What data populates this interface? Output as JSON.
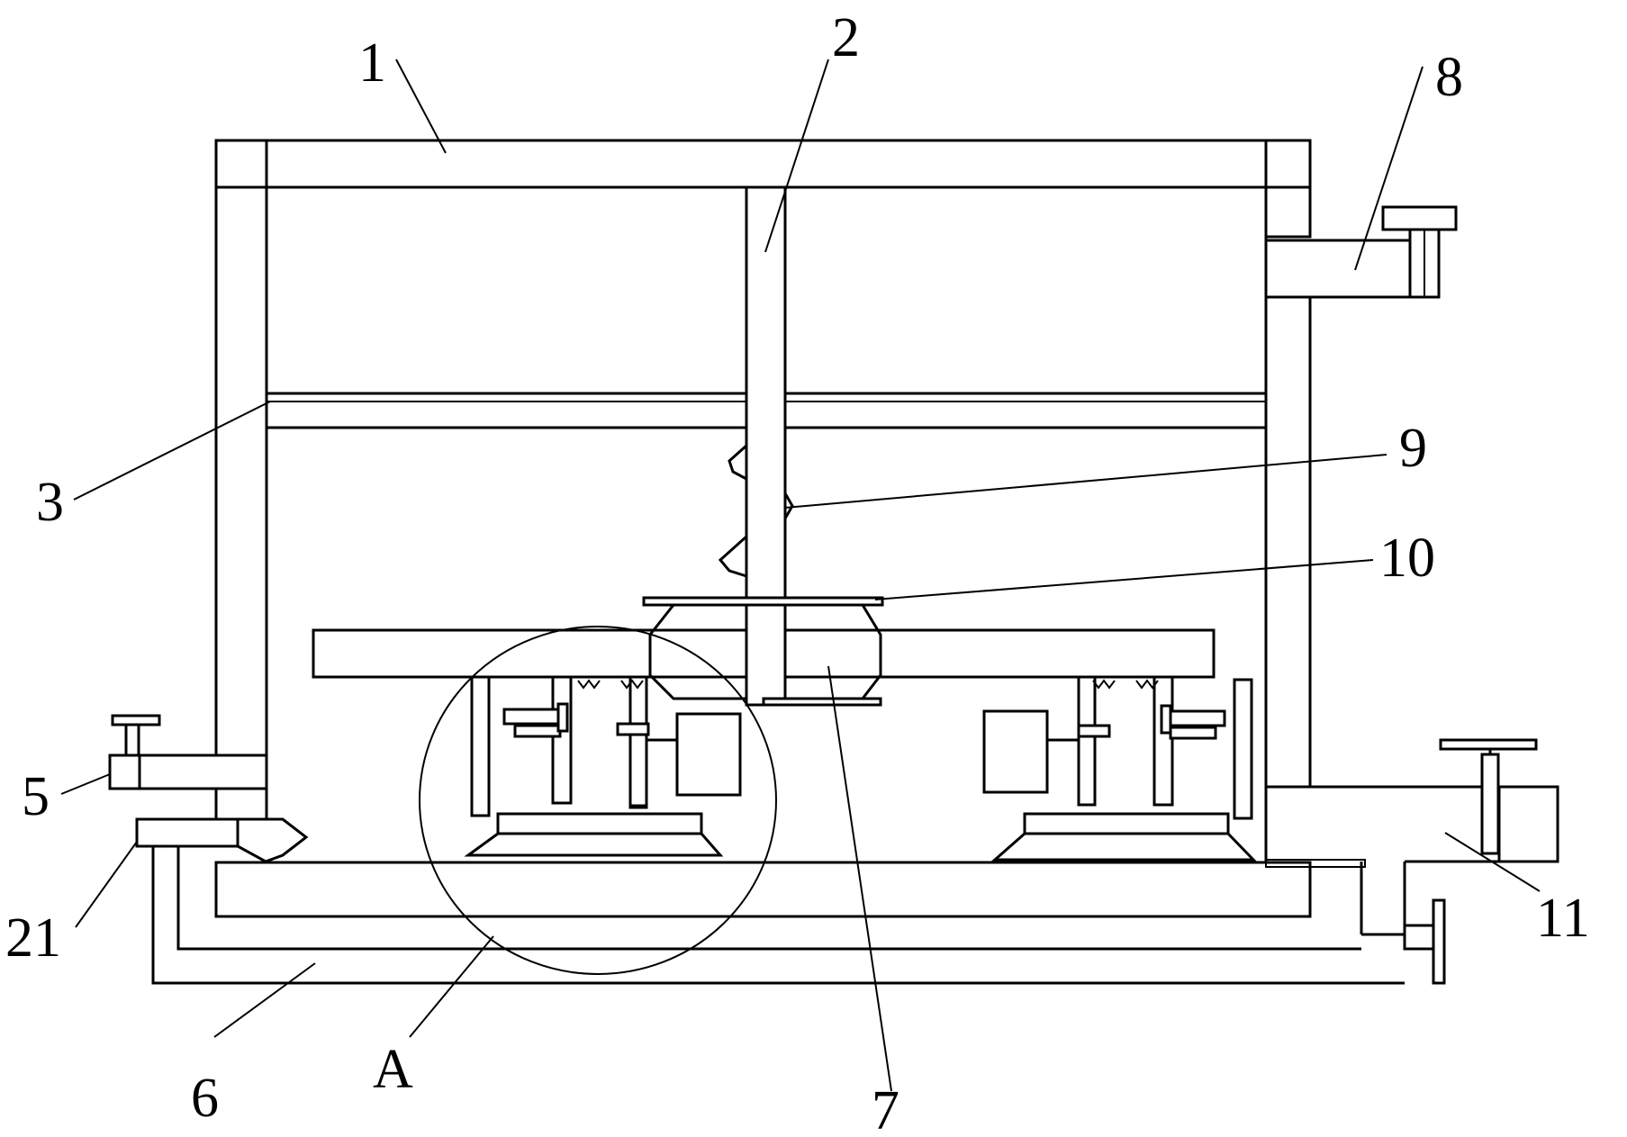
{
  "figure": {
    "labels": {
      "l1": "1",
      "l2": "2",
      "l3": "3",
      "l5": "5",
      "l6": "6",
      "l7": "7",
      "l8": "8",
      "l9": "9",
      "l10": "10",
      "l11": "11",
      "l21": "21",
      "lA": "A"
    }
  }
}
